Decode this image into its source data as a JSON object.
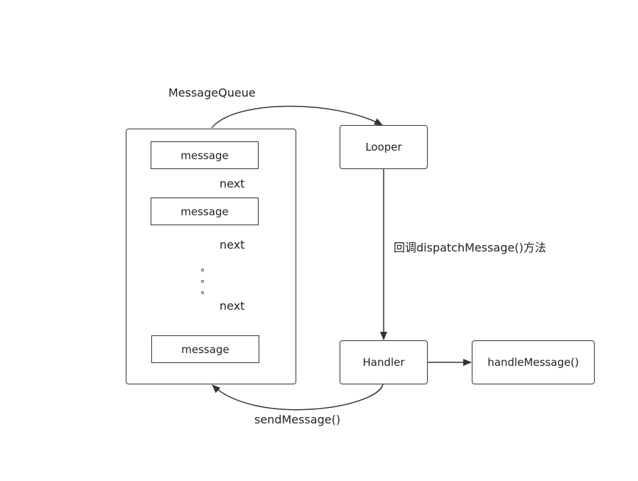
{
  "queue": {
    "title": "MessageQueue",
    "messages": [
      "message",
      "message",
      "message"
    ],
    "next_labels": [
      "next",
      "next",
      "next"
    ]
  },
  "looper": {
    "label": "Looper"
  },
  "handler": {
    "label": "Handler"
  },
  "handle_message": {
    "label": "handleMessage()"
  },
  "edges": {
    "dispatch_label": "回调dispatchMessage()方法",
    "send_label": "sendMessage()"
  },
  "colors": {
    "stroke": "#333333",
    "background": "#ffffff"
  }
}
